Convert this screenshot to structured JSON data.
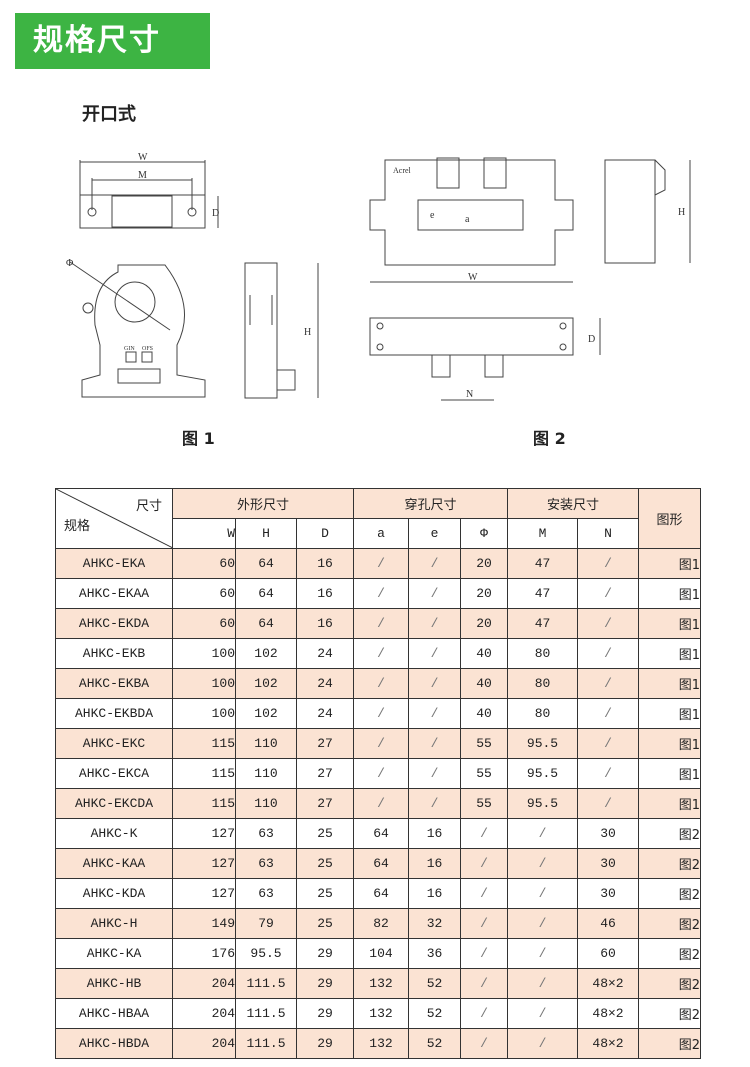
{
  "title": "规格尺寸",
  "subtitle": "开口式",
  "figures": {
    "fig1": "图 1",
    "fig2": "图 2"
  },
  "drawing_labels": {
    "W": "W",
    "M": "M",
    "D": "D",
    "H": "H",
    "a": "a",
    "e": "e",
    "N": "N",
    "phi": "Φ",
    "gin": "GIN",
    "ofs": "OFS",
    "brand": "Acrel"
  },
  "table": {
    "corner_top": "尺寸",
    "corner_bottom": "规格",
    "groups": [
      "外形尺寸",
      "穿孔尺寸",
      "安装尺寸"
    ],
    "figure_header": "图形",
    "columns": [
      "W",
      "H",
      "D",
      "a",
      "e",
      "Φ",
      "M",
      "N"
    ],
    "rows": [
      [
        "AHKC-EKA",
        "60",
        "64",
        "16",
        "/",
        "/",
        "20",
        "47",
        "/",
        "图1"
      ],
      [
        "AHKC-EKAA",
        "60",
        "64",
        "16",
        "/",
        "/",
        "20",
        "47",
        "/",
        "图1"
      ],
      [
        "AHKC-EKDA",
        "60",
        "64",
        "16",
        "/",
        "/",
        "20",
        "47",
        "/",
        "图1"
      ],
      [
        "AHKC-EKB",
        "100",
        "102",
        "24",
        "/",
        "/",
        "40",
        "80",
        "/",
        "图1"
      ],
      [
        "AHKC-EKBA",
        "100",
        "102",
        "24",
        "/",
        "/",
        "40",
        "80",
        "/",
        "图1"
      ],
      [
        "AHKC-EKBDA",
        "100",
        "102",
        "24",
        "/",
        "/",
        "40",
        "80",
        "/",
        "图1"
      ],
      [
        "AHKC-EKC",
        "115",
        "110",
        "27",
        "/",
        "/",
        "55",
        "95.5",
        "/",
        "图1"
      ],
      [
        "AHKC-EKCA",
        "115",
        "110",
        "27",
        "/",
        "/",
        "55",
        "95.5",
        "/",
        "图1"
      ],
      [
        "AHKC-EKCDA",
        "115",
        "110",
        "27",
        "/",
        "/",
        "55",
        "95.5",
        "/",
        "图1"
      ],
      [
        "AHKC-K",
        "127",
        "63",
        "25",
        "64",
        "16",
        "/",
        "/",
        "30",
        "图2"
      ],
      [
        "AHKC-KAA",
        "127",
        "63",
        "25",
        "64",
        "16",
        "/",
        "/",
        "30",
        "图2"
      ],
      [
        "AHKC-KDA",
        "127",
        "63",
        "25",
        "64",
        "16",
        "/",
        "/",
        "30",
        "图2"
      ],
      [
        "AHKC-H",
        "149",
        "79",
        "25",
        "82",
        "32",
        "/",
        "/",
        "46",
        "图2"
      ],
      [
        "AHKC-KA",
        "176",
        "95.5",
        "29",
        "104",
        "36",
        "/",
        "/",
        "60",
        "图2"
      ],
      [
        "AHKC-HB",
        "204",
        "111.5",
        "29",
        "132",
        "52",
        "/",
        "/",
        "48×2",
        "图2"
      ],
      [
        "AHKC-HBAA",
        "204",
        "111.5",
        "29",
        "132",
        "52",
        "/",
        "/",
        "48×2",
        "图2"
      ],
      [
        "AHKC-HBDA",
        "204",
        "111.5",
        "29",
        "132",
        "52",
        "/",
        "/",
        "48×2",
        "图2"
      ]
    ]
  }
}
